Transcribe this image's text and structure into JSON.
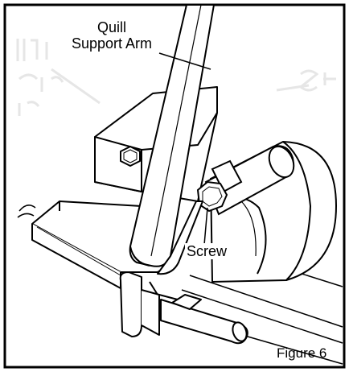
{
  "labels": {
    "quill_line1": "Quill",
    "quill_line2": "Support Arm",
    "screw": "Screw",
    "figure": "Figure 6"
  }
}
